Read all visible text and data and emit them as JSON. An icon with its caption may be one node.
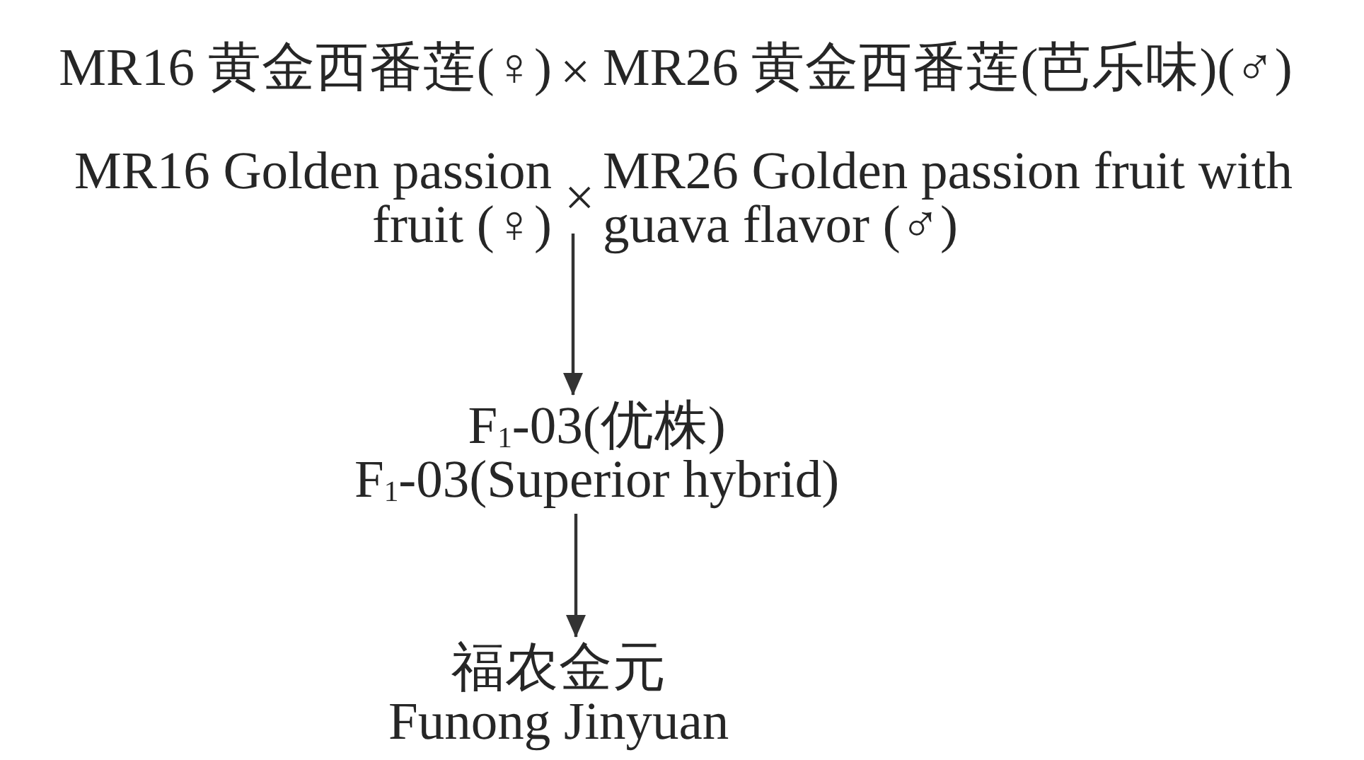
{
  "diagram": {
    "nodes": [
      {
        "text": [
          "MR16 黄金西番莲(♀)",
          "MR16 Golden passion fruit (♀)"
        ]
      },
      {
        "text": [
          "MR26 黄金西番莲(芭乐味)(♂)",
          "MR26 Golden passion fruit with guava flavor (♂)"
        ]
      },
      {
        "text": [
          "×"
        ]
      },
      {
        "text": [
          "F$_{1}$-03(优株)",
          "F$_{1}$-03(Superior hybrid)"
        ]
      },
      {
        "text": [
          "福农金元",
          "Funong Jinyuan"
        ]
      }
    ],
    "edges": [
      {
        "from": 2,
        "to": 3,
        "arrow": "to"
      },
      {
        "from": 3,
        "to": 4,
        "arrow": "to"
      }
    ],
    "labels": [
      "×"
    ]
  }
}
